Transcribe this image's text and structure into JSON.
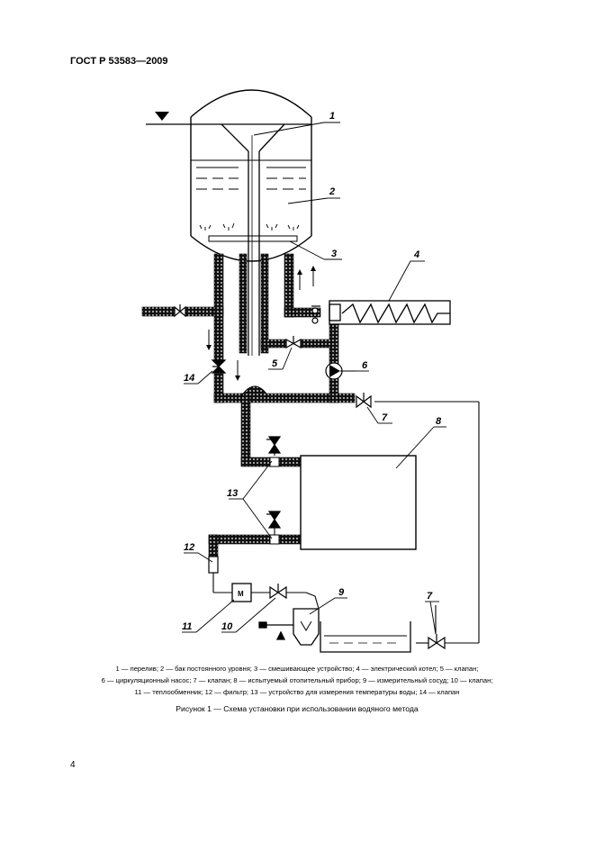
{
  "header": {
    "standard": "ГОСТ Р 53583—2009"
  },
  "figure": {
    "callouts": [
      "1",
      "2",
      "3",
      "4",
      "5",
      "6",
      "7",
      "8",
      "9",
      "10",
      "11",
      "12",
      "13",
      "14"
    ],
    "callout_7b": "7",
    "motor_label": "M"
  },
  "legend": {
    "line1": "1 — перелив; 2 — бак постоянного уровня; 3 — смешивающее устройство; 4 — электрический котел; 5 — клапан;",
    "line2": "6 — циркуляционный насос; 7 — клапан; 8 — испытуемый отопительный прибор; 9 — измерительный сосуд; 10 — клапан;",
    "line3": "11 — теплообменник; 12 — фильтр; 13 — устройство для измерения температуры воды; 14 — клапан"
  },
  "caption": "Рисунок 1 — Схема установки при использовании водяного метода",
  "page_number": "4"
}
